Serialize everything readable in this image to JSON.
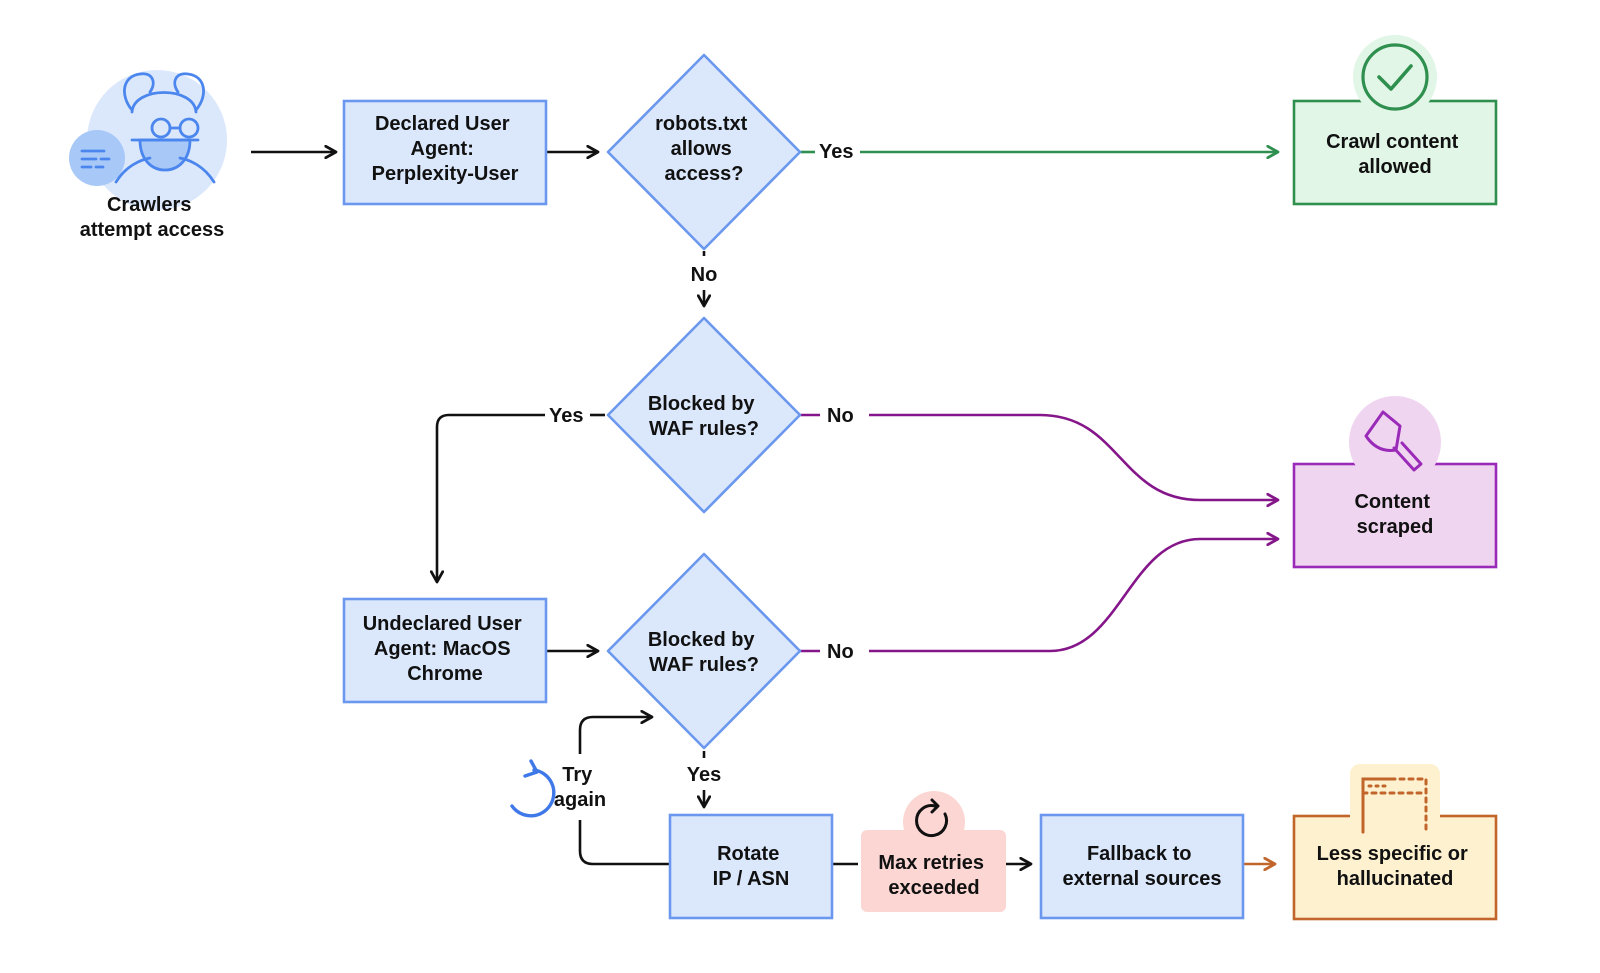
{
  "nodes": {
    "crawlers": [
      "Crawlers",
      "attempt access"
    ],
    "declared_ua": [
      "Declared User",
      "Agent:",
      "Perplexity-User"
    ],
    "robots_check": [
      "robots.txt",
      "allows",
      "access?"
    ],
    "waf_check_1": [
      "Blocked by",
      "WAF rules?"
    ],
    "undeclared_ua": [
      "Undeclared User",
      "Agent: MacOS",
      "Chrome"
    ],
    "waf_check_2": [
      "Blocked by",
      "WAF rules?"
    ],
    "rotate": [
      "Rotate",
      "IP / ASN"
    ],
    "max_retries": [
      "Max retries",
      "exceeded"
    ],
    "fallback": [
      "Fallback to",
      "external sources"
    ],
    "crawl_allowed": [
      "Crawl content",
      "allowed"
    ],
    "content_scraped": [
      "Content",
      "scraped"
    ],
    "less_specific": [
      "Less specific or",
      "hallucinated"
    ]
  },
  "edges": {
    "robots_yes": "Yes",
    "robots_no": "No",
    "waf1_yes": "Yes",
    "waf1_no": "No",
    "waf2_no": "No",
    "waf2_yes": "Yes",
    "try_again": [
      "Try",
      "again"
    ]
  },
  "icons": {
    "crawler": "crawler-avatar-icon",
    "check": "checkmark-icon",
    "scraper": "scraper-tool-icon",
    "retry_loop": "retry-loop-icon",
    "refresh": "refresh-icon",
    "browser": "browser-window-icon"
  },
  "colors": {
    "blue_fill": "#dbe8fc",
    "blue_stroke": "#6b98ee",
    "green_fill": "#e1f6e7",
    "green_stroke": "#2f8f4e",
    "purple_fill": "#f0d5f1",
    "purple_stroke": "#9a2bb8",
    "pink_fill": "#fbd6d3",
    "orange_fill": "#fdf1cf",
    "orange_stroke": "#c2652a",
    "flow_black": "#111111"
  }
}
